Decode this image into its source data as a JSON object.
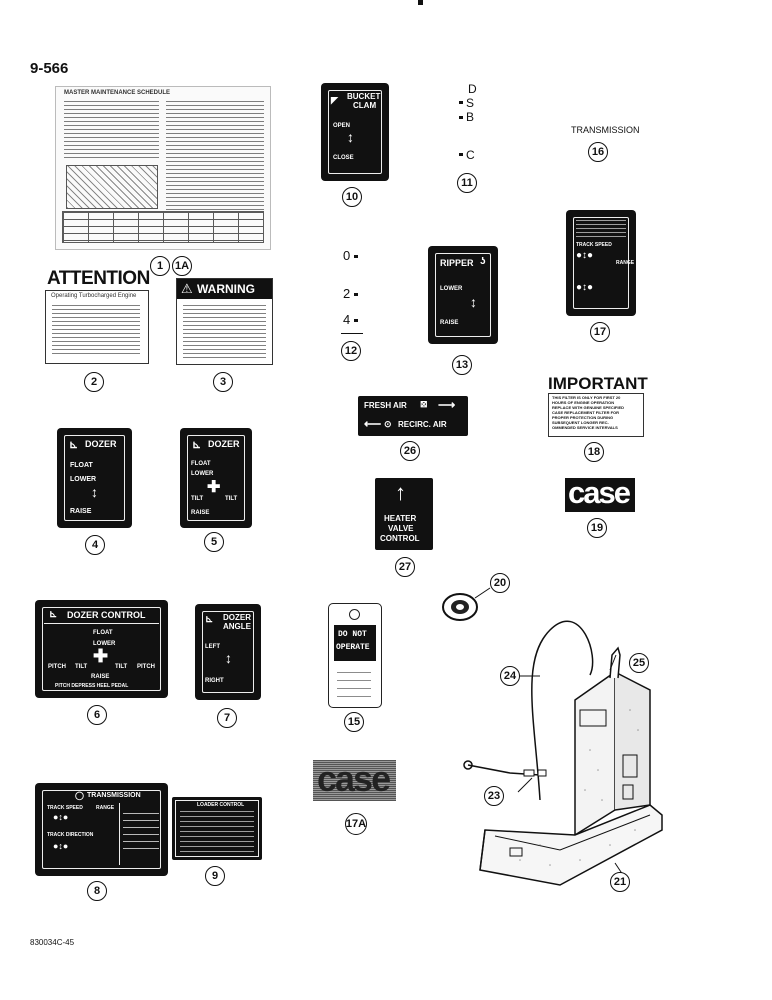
{
  "page": {
    "number": "9-566",
    "footer_code": "830034C-45"
  },
  "callouts": {
    "c1": "1",
    "c1a": "1A",
    "c2": "2",
    "c3": "3",
    "c4": "4",
    "c5": "5",
    "c6": "6",
    "c7": "7",
    "c8": "8",
    "c9": "9",
    "c10": "10",
    "c11": "11",
    "c12": "12",
    "c13": "13",
    "c15": "15",
    "c16": "16",
    "c17": "17",
    "c17a": "17A",
    "c18": "18",
    "c19": "19",
    "c20": "20",
    "c21": "21",
    "c23": "23",
    "c24": "24",
    "c25": "25",
    "c26": "26",
    "c27": "27"
  },
  "decal1": {
    "title": "MASTER MAINTENANCE SCHEDULE"
  },
  "decal2": {
    "heading": "ATTENTION",
    "sub": "Operating Turbocharged Engine"
  },
  "decal3": {
    "heading": "WARNING"
  },
  "decal4": {
    "title": "DOZER",
    "float": "FLOAT",
    "lower": "LOWER",
    "raise": "RAISE"
  },
  "decal5": {
    "title": "DOZER",
    "float": "FLOAT",
    "lower": "LOWER",
    "tilt_l": "TILT",
    "tilt_r": "TILT",
    "raise": "RAISE"
  },
  "decal6": {
    "title": "DOZER CONTROL",
    "float": "FLOAT",
    "lower": "LOWER",
    "tilt_l": "TILT",
    "tilt_r": "TILT",
    "pitch_l": "PITCH",
    "pitch_r": "PITCH",
    "raise": "RAISE",
    "footer": "PITCH DEPRESS HEEL PEDAL"
  },
  "decal7": {
    "title_1": "DOZER",
    "title_2": "ANGLE",
    "left": "LEFT",
    "right": "RIGHT"
  },
  "decal8": {
    "title": "TRANSMISSION",
    "track_speed": "TRACK SPEED",
    "track_direction": "TRACK DIRECTION",
    "range": "RANGE"
  },
  "decal9": {
    "title": "LOADER CONTROL"
  },
  "decal10": {
    "title_1": "BUCKET",
    "title_2": "CLAM",
    "open": "OPEN",
    "close": "CLOSE"
  },
  "decal11": {
    "d": "D",
    "s": "S",
    "b": "B",
    "c": "C"
  },
  "decal12": {
    "zero": "0",
    "two": "2",
    "four": "4"
  },
  "decal13": {
    "title": "RIPPER",
    "lower": "LOWER",
    "raise": "RAISE"
  },
  "decal15": {
    "line_1": "DO NOT",
    "line_2": "OPERATE"
  },
  "decal16": {
    "label": "TRANSMISSION"
  },
  "decal17": {
    "track_speed": "TRACK SPEED",
    "range": "RANGE"
  },
  "decal17a": {
    "logo": "case"
  },
  "decal18": {
    "heading": "IMPORTANT",
    "lines": [
      "THIS FILTER IS ONLY FOR FIRST 20",
      "HOURS OF ENGINE OPERATION",
      "REPLACE WITH GENUINE SPECIFIED",
      "CASE REPLACEMENT FILTER FOR",
      "PROPER PROTECTION DURING",
      "SUBSEQUENT LONGER REC-",
      "OMMENDED SERVICE INTERVALS"
    ]
  },
  "decal19": {
    "logo": "case"
  },
  "decal26": {
    "fresh": "FRESH AIR",
    "recirc": "RECIRC. AIR"
  },
  "decal27": {
    "line_1": "HEATER",
    "line_2": "VALVE",
    "line_3": "CONTROL"
  }
}
